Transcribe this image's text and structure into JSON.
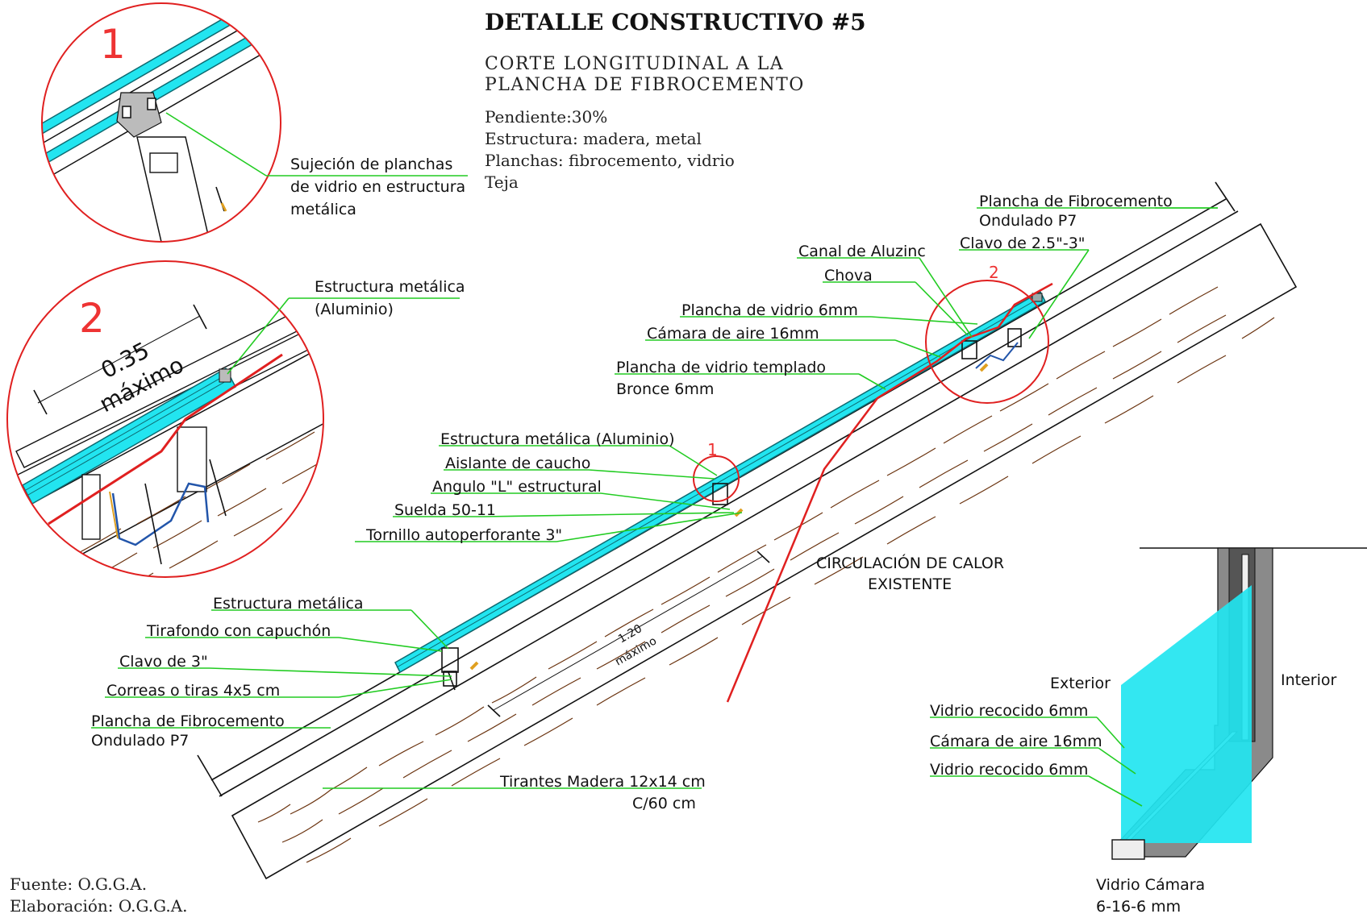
{
  "header": {
    "title": "DETALLE CONSTRUCTIVO #5",
    "subtitle_line1": "CORTE LONGITUDINAL A LA",
    "subtitle_line2": "PLANCHA DE FIBROCEMENTO",
    "specs": [
      "Pendiente:30%",
      "Estructura: madera, metal",
      "Planchas: fibrocemento, vidrio",
      "Teja"
    ]
  },
  "detail1": {
    "number": "1",
    "label_lines": [
      "Sujeción de planchas",
      "de vidrio en estructura",
      "metálica"
    ]
  },
  "detail2": {
    "number": "2",
    "dimension": "0.35",
    "dimension_note": "máximo",
    "label_lines": [
      "Estructura metálica",
      "(Aluminio)"
    ]
  },
  "main_labels": {
    "fibrocemento_top": [
      "Plancha de Fibrocemento",
      "Ondulado P7"
    ],
    "canal": "Canal de Aluzinc",
    "clavo_top": "Clavo de 2.5\"-3\"",
    "chova": "Chova",
    "vidrio_6mm": "Plancha de vidrio 6mm",
    "camara": "Cámara de aire 16mm",
    "vidrio_templado": [
      "Plancha de vidrio templado",
      "Bronce 6mm"
    ],
    "estructura_aluminio": "Estructura metálica (Aluminio)",
    "aislante": "Aislante de caucho",
    "angulo": "Angulo \"L\" estructural",
    "suelda": "Suelda 50-11",
    "tornillo": "Tornillo autoperforante 3\"",
    "estructura_metalica": "Estructura metálica",
    "tirafondo": "Tirafondo con capuchón",
    "clavo": "Clavo de 3\"",
    "correas": "Correas o tiras 4x5 cm",
    "fibrocemento_bottom": [
      "Plancha de Fibrocemento",
      "Ondulado P7"
    ],
    "tirantes": [
      "Tirantes Madera 12x14 cm",
      "C/60 cm"
    ],
    "circulacion": [
      "CIRCULACIÓN DE CALOR",
      "EXISTENTE"
    ],
    "span": "1.20",
    "span_note": "máximo",
    "callout1": "1",
    "callout2": "2"
  },
  "glass_section": {
    "exterior": "Exterior",
    "interior": "Interior",
    "layers": [
      "Vidrio recocido 6mm",
      "Cámara de aire 16mm",
      "Vidrio recocido 6mm"
    ],
    "caption": [
      "Vidrio Cámara",
      "6-16-6 mm"
    ]
  },
  "footer": {
    "fuente": "Fuente: O.G.G.A.",
    "elaboracion": "Elaboración: O.G.G.A."
  },
  "colors": {
    "glass": "#22e5f0",
    "leader": "#22cc22",
    "heat": "#e02020",
    "wood": "#6b3410"
  }
}
